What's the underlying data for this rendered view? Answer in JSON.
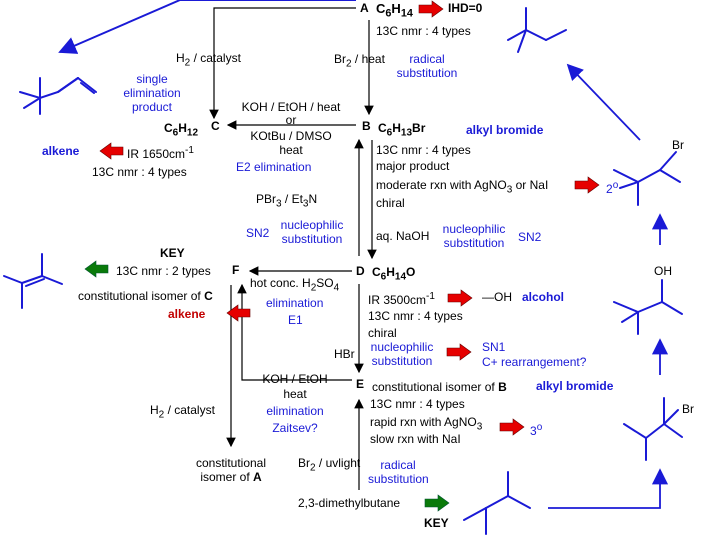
{
  "compounds": {
    "A": {
      "label": "A",
      "formula": "C<sub>6</sub>H<sub>14</sub>",
      "ihd": "IHD=0",
      "nmr": "13C nmr : 4 types"
    },
    "B": {
      "label": "B",
      "formula": "C<sub>6</sub>H<sub>13</sub>Br",
      "type": "alkyl bromide",
      "nmr": "13C nmr : 4 types",
      "note1": "major product",
      "note2": "moderate rxn with AgNO<sub>3</sub> or NaI",
      "class": "2<sup>o</sup>",
      "chiral": "chiral"
    },
    "C": {
      "label": "C",
      "formula": "C<sub>6</sub>H<sub>12</sub>",
      "type": "alkene",
      "ir": "IR 1650cm<sup>-1</sup>",
      "nmr": "13C nmr : 4 types"
    },
    "D": {
      "label": "D",
      "formula": "C<sub>6</sub>H<sub>14</sub>O",
      "ir": "IR 3500cm<sup>-1</sup>",
      "oh": "—OH",
      "type": "alcohol",
      "nmr": "13C nmr : 4 types",
      "chiral": "chiral",
      "sn1": "SN1",
      "rearr": "C+ rearrangement?"
    },
    "E": {
      "label": "E",
      "iso": "constitutional isomer of <b>B</b>",
      "type": "alkyl bromide",
      "nmr": "13C nmr : 4 types",
      "note1": "rapid rxn with AgNO<sub>3</sub>",
      "note2": "slow rxn with NaI",
      "class": "3<sup>o</sup>"
    },
    "F": {
      "label": "F",
      "nmr": "13C nmr : 2 types",
      "iso": "constitutional isomer of <b>C</b>",
      "type": "alkene"
    }
  },
  "reactions": {
    "a_to_c": "H<sub>2</sub> / catalyst",
    "a_to_b": "Br<sub>2</sub> / heat",
    "a_to_b_type": "radical<br>substitution",
    "b_to_c_1": "KOH / EtOH / heat",
    "b_to_c_2": "or",
    "b_to_c_3": "KOtBu / DMSO",
    "b_to_c_4": "heat",
    "b_to_c_type": "E2 elimination",
    "d_to_b": "PBr<sub>3</sub> / Et<sub>3</sub>N",
    "d_to_b_type1": "SN2",
    "d_to_b_type2": "nucleophilic<br>substitution",
    "b_to_d": "aq. NaOH",
    "b_to_d_type1": "nucleophilic<br>substitution",
    "b_to_d_type2": "SN2",
    "d_to_f": "hot conc. H<sub>2</sub>SO<sub>4</sub>",
    "d_to_f_type1": "elimination",
    "d_to_f_type2": "E1",
    "d_to_e": "HBr",
    "d_to_e_type": "nucleophilic<br>substitution",
    "e_to_f_1": "KOH / EtOH",
    "e_to_f_2": "heat",
    "e_to_f_type1": "elimination",
    "e_to_f_type2": "Zaitsev?",
    "f_to_iso": "H<sub>2</sub> / catalyst",
    "iso_a": "constitutional<br>isomer of <b>A</b>",
    "start_to_e": "Br<sub>2</sub> / uvlight",
    "start_to_e_type": "radical<br>substitution",
    "start": "2,3-dimethylbutane",
    "single_elim": "single<br>elimination<br>product",
    "key1": "KEY",
    "key2": "KEY",
    "sub_br": "Br",
    "sub_oh": "OH",
    "sub_br2": "Br"
  }
}
